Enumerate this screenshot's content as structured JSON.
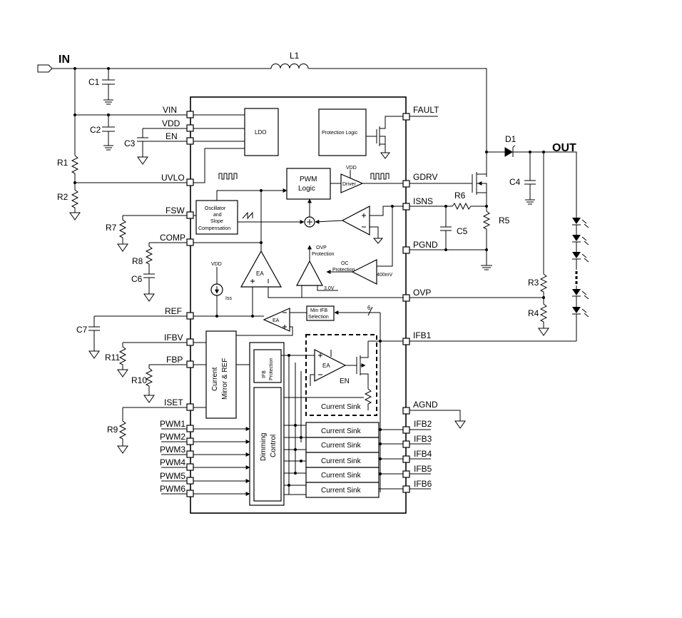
{
  "terminals": {
    "input": "IN",
    "output": "OUT"
  },
  "components": {
    "L1": "L1",
    "C1": "C1",
    "C2": "C2",
    "C3": "C3",
    "C4": "C4",
    "C5": "C5",
    "C6": "C6",
    "C7": "C7",
    "R1": "R1",
    "R2": "R2",
    "R3": "R3",
    "R4": "R4",
    "R5": "R5",
    "R6": "R6",
    "R7": "R7",
    "R8": "R8",
    "R9": "R9",
    "R10": "R10",
    "R11": "R11",
    "D1": "D1"
  },
  "pins_left": [
    "VIN",
    "VDD",
    "EN",
    "UVLO",
    "FSW",
    "COMP",
    "REF",
    "IFBV",
    "FBP",
    "ISET",
    "PWM1",
    "PWM2",
    "PWM3",
    "PWM4",
    "PWM5",
    "PWM6"
  ],
  "pins_right": [
    "FAULT",
    "GDRV",
    "ISNS",
    "PGND",
    "OVP",
    "IFB1",
    "AGND",
    "IFB2",
    "IFB3",
    "IFB4",
    "IFB5",
    "IFB6"
  ],
  "blocks": {
    "ldo": "LDO",
    "protection_logic": "Protection Logic",
    "pwm_logic_1": "PWM",
    "pwm_logic_2": "Logic",
    "driver": "Driver",
    "driver_vdd": "VDD",
    "osc_1": "Oscillator",
    "osc_2": "and",
    "osc_3": "Slope",
    "osc_4": "Compensation",
    "ea_comp": "EA",
    "ovp_1": "OVP",
    "ovp_2": "Protection",
    "oc_1": "OC",
    "oc_2": "Protection",
    "oc_ref": "400mV",
    "ovp_ref": "3.0V",
    "vdd_iss": "VDD",
    "iss": "Iss",
    "ea_ref": "EA",
    "min_ifb_1": "Min IFB",
    "min_ifb_2": "Selection",
    "bus_count": "6",
    "current_mirror_1": "Current",
    "current_mirror_2": "Mirror & REF",
    "ifb_protection_1": "IFB",
    "ifb_protection_2": "Protection",
    "dimming_1": "Dimming",
    "dimming_2": "Control",
    "ea_sink": "EA",
    "en": "EN",
    "current_sink_dashed": "Current Sink",
    "current_sinks": [
      "Current Sink",
      "Current Sink",
      "Current Sink",
      "Current Sink",
      "Current Sink"
    ]
  }
}
